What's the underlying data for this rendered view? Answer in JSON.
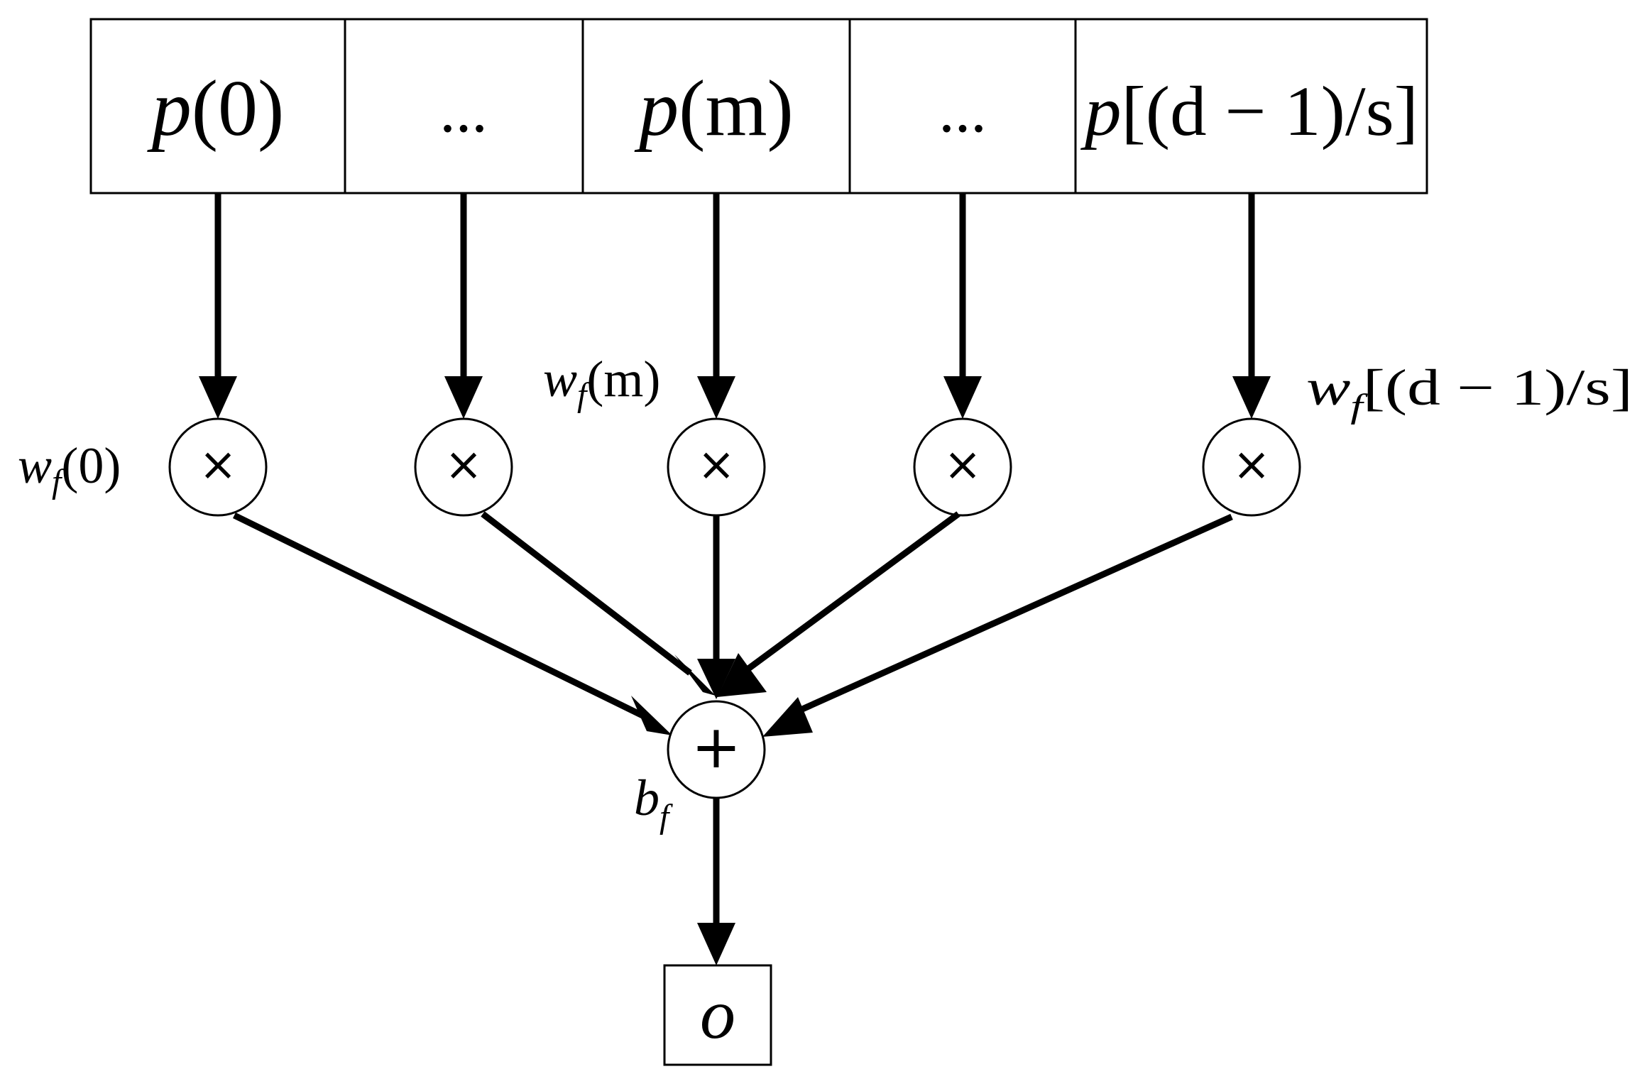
{
  "input_vector": {
    "cells": [
      {
        "symbol": "p",
        "argument": "(0)"
      },
      {
        "symbol": "",
        "argument": "..."
      },
      {
        "symbol": "p",
        "argument": "(m)"
      },
      {
        "symbol": "",
        "argument": "..."
      },
      {
        "symbol": "p",
        "argument": "[(d − 1)/s]"
      }
    ]
  },
  "multiplier_nodes": {
    "operator": "×",
    "weights": [
      {
        "symbol": "w",
        "subscript": "f",
        "argument": "(0)"
      },
      {
        "symbol": "w",
        "subscript": "f",
        "argument": "(m)"
      },
      {
        "symbol": "w",
        "subscript": "f",
        "argument": "[(d − 1)/s]"
      }
    ]
  },
  "sum_node": {
    "operator": "+",
    "bias": {
      "symbol": "b",
      "subscript": "f"
    }
  },
  "output": {
    "symbol": "o"
  },
  "colors": {
    "stroke": "#000000",
    "background": "#ffffff"
  }
}
